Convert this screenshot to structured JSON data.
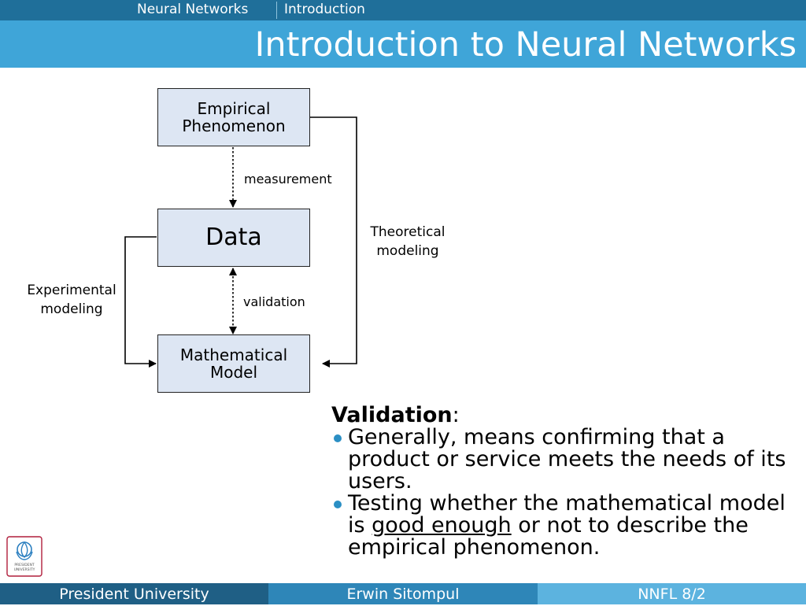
{
  "nav": {
    "section": "Neural Networks",
    "subsection": "Introduction"
  },
  "title": "Introduction to Neural Networks",
  "diagram": {
    "boxes": {
      "empirical": "Empirical\nPhenomenon",
      "data": "Data",
      "model": "Mathematical\nModel"
    },
    "labels": {
      "measurement": "measurement",
      "validation": "validation",
      "theoretical": "Theoretical\nmodeling",
      "experimental": "Experimental\nmodeling"
    }
  },
  "content": {
    "heading": "Validation",
    "colon": ":",
    "bullet1": "Generally, means confirming that a product or service meets the needs of its users.",
    "bullet2": {
      "before": "Testing whether the mathematical model is ",
      "underlined": "good enough",
      "after": " or not to describe the empirical phenomenon."
    }
  },
  "logo": {
    "text": "PRESIDENT\nUNIVERSITY"
  },
  "footer": {
    "left": "President University",
    "center": "Erwin Sitompul",
    "right": "NNFL 8/2"
  },
  "colors": {
    "nav": "#1f6f9a",
    "title_bar": "#3fa5d8",
    "box_fill": "#dde6f3",
    "bullet": "#2b8fc4",
    "footer_left": "#1f5f85",
    "footer_center": "#2e86b8",
    "footer_right": "#5cb3df"
  }
}
